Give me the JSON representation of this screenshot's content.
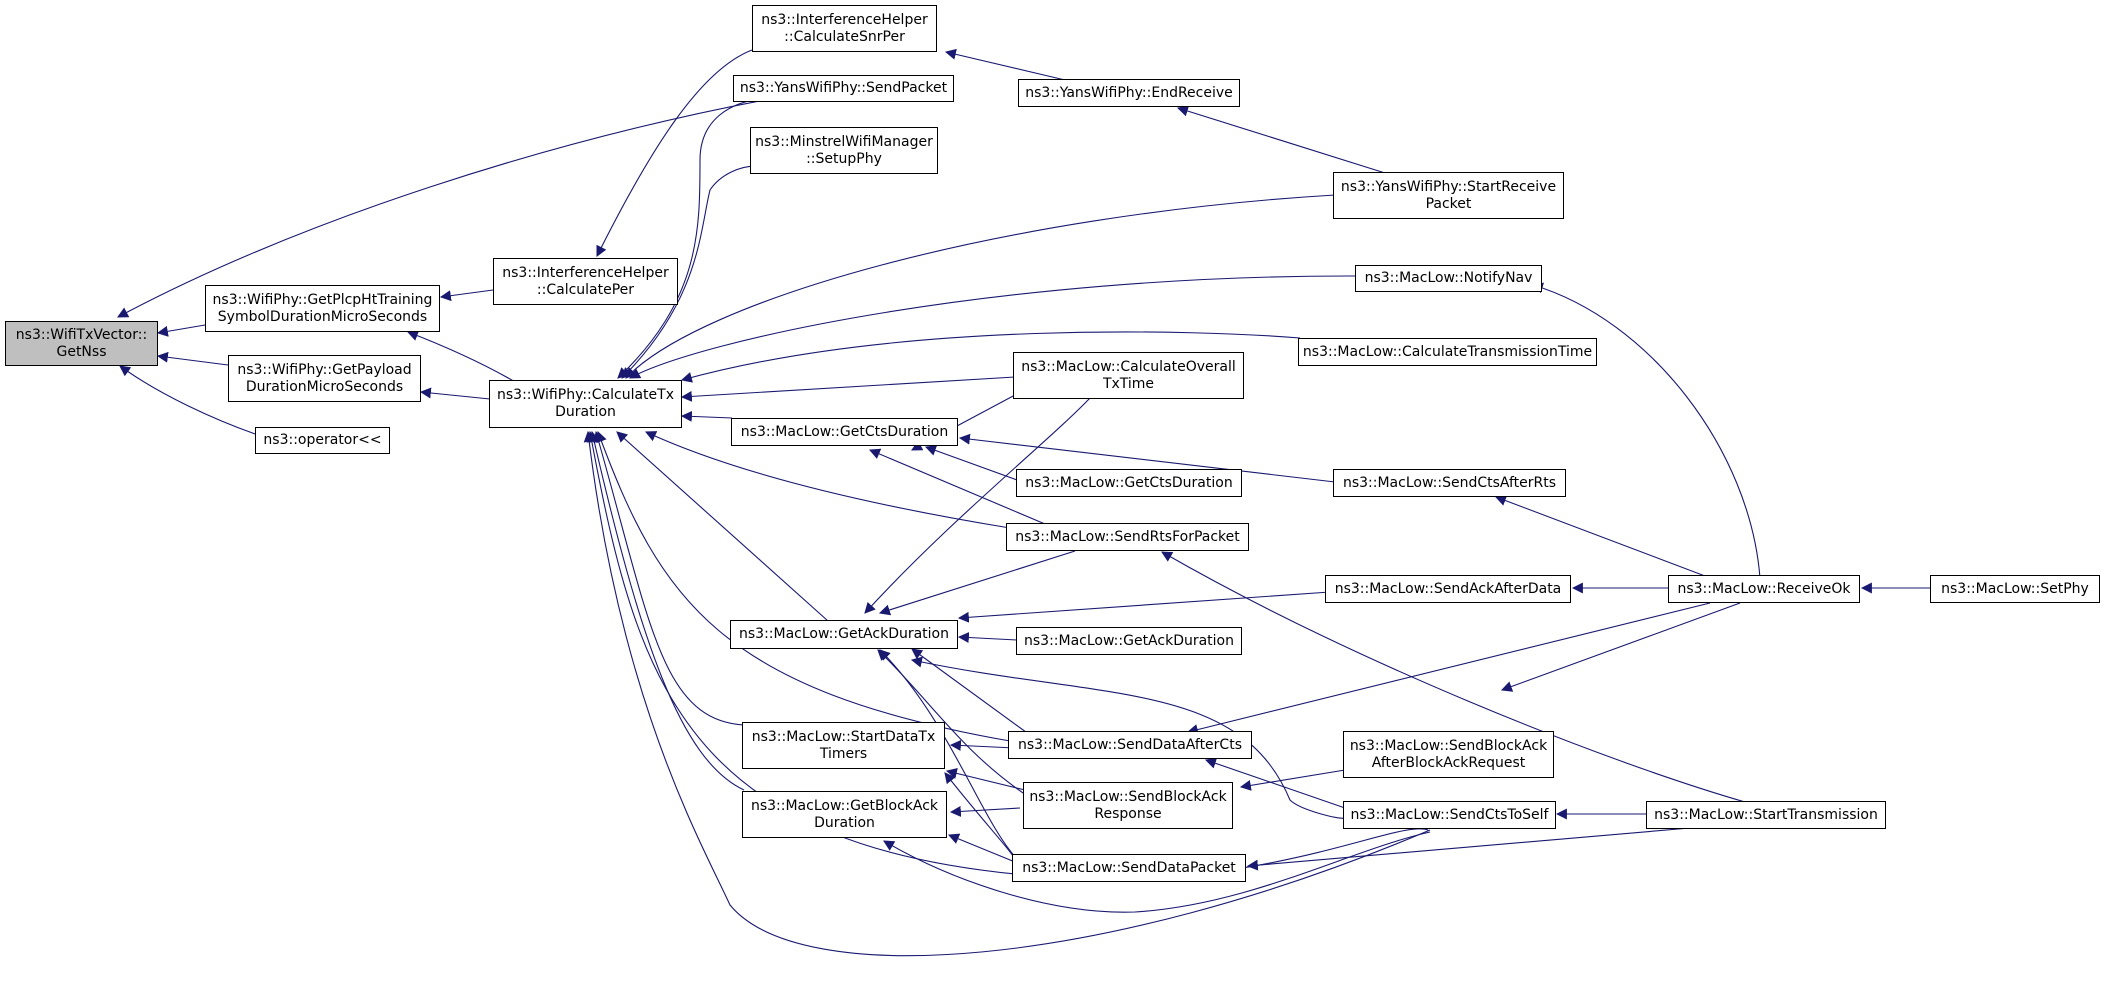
{
  "colors": {
    "edge": "#191970",
    "root_fill": "#bfbfbf",
    "node_border": "#000000",
    "node_fill": "#ffffff"
  },
  "nodes": {
    "get_nss": {
      "lines": [
        "ns3::WifiTxVector::",
        "GetNss"
      ]
    },
    "get_plcp_ht_training": {
      "lines": [
        "ns3::WifiPhy::GetPlcpHtTraining",
        "SymbolDurationMicroSeconds"
      ]
    },
    "get_payload_duration": {
      "lines": [
        "ns3::WifiPhy::GetPayload",
        "DurationMicroSeconds"
      ]
    },
    "operator_shift": {
      "lines": [
        "ns3::operator<<"
      ]
    },
    "interference_calc_per": {
      "lines": [
        "ns3::InterferenceHelper",
        "::CalculatePer"
      ]
    },
    "calculate_tx_duration": {
      "lines": [
        "ns3::WifiPhy::CalculateTx",
        "Duration"
      ]
    },
    "interference_calc_snr_per": {
      "lines": [
        "ns3::InterferenceHelper",
        "::CalculateSnrPer"
      ]
    },
    "yans_send_packet": {
      "lines": [
        "ns3::YansWifiPhy::SendPacket"
      ]
    },
    "minstrel_setup_phy": {
      "lines": [
        "ns3::MinstrelWifiManager",
        "::SetupPhy"
      ]
    },
    "yans_end_receive": {
      "lines": [
        "ns3::YansWifiPhy::EndReceive"
      ]
    },
    "yans_start_receive": {
      "lines": [
        "ns3::YansWifiPhy::StartReceive",
        "Packet"
      ]
    },
    "notify_nav": {
      "lines": [
        "ns3::MacLow::NotifyNav"
      ]
    },
    "calc_overall_tx_time": {
      "lines": [
        "ns3::MacLow::CalculateOverall",
        "TxTime"
      ]
    },
    "calc_transmission_time": {
      "lines": [
        "ns3::MacLow::CalculateTransmissionTime"
      ]
    },
    "get_cts_duration": {
      "lines": [
        "ns3::MacLow::GetCtsDuration"
      ]
    },
    "get_cts_duration_2": {
      "lines": [
        "ns3::MacLow::GetCtsDuration"
      ]
    },
    "send_cts_after_rts": {
      "lines": [
        "ns3::MacLow::SendCtsAfterRts"
      ]
    },
    "send_rts_for_packet": {
      "lines": [
        "ns3::MacLow::SendRtsForPacket"
      ]
    },
    "send_ack_after_data": {
      "lines": [
        "ns3::MacLow::SendAckAfterData"
      ]
    },
    "receive_ok": {
      "lines": [
        "ns3::MacLow::ReceiveOk"
      ]
    },
    "set_phy": {
      "lines": [
        "ns3::MacLow::SetPhy"
      ]
    },
    "get_ack_duration": {
      "lines": [
        "ns3::MacLow::GetAckDuration"
      ]
    },
    "get_ack_duration_2": {
      "lines": [
        "ns3::MacLow::GetAckDuration"
      ]
    },
    "start_data_tx_timers": {
      "lines": [
        "ns3::MacLow::StartDataTx",
        "Timers"
      ]
    },
    "send_data_after_cts": {
      "lines": [
        "ns3::MacLow::SendDataAfterCts"
      ]
    },
    "send_block_ack_after_bar": {
      "lines": [
        "ns3::MacLow::SendBlockAck",
        "AfterBlockAckRequest"
      ]
    },
    "get_block_ack_duration": {
      "lines": [
        "ns3::MacLow::GetBlockAck",
        "Duration"
      ]
    },
    "send_block_ack_response": {
      "lines": [
        "ns3::MacLow::SendBlockAck",
        "Response"
      ]
    },
    "send_cts_to_self": {
      "lines": [
        "ns3::MacLow::SendCtsToSelf"
      ]
    },
    "start_transmission": {
      "lines": [
        "ns3::MacLow::StartTransmission"
      ]
    },
    "send_data_packet": {
      "lines": [
        "ns3::MacLow::SendDataPacket"
      ]
    }
  }
}
